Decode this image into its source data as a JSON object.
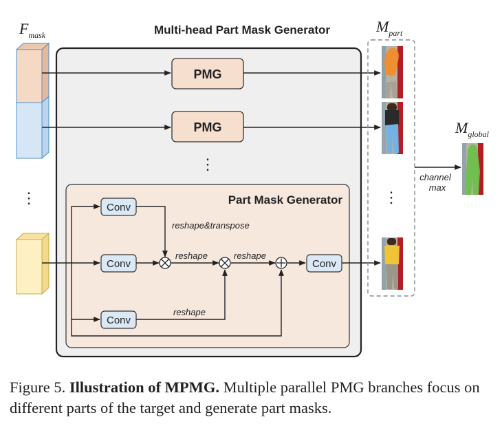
{
  "labels": {
    "f_mask_main": "F",
    "f_mask_sub": "mask",
    "title": "Multi-head Part Mask Generator",
    "m_part_main": "M",
    "m_part_sub": "part",
    "m_global_main": "M",
    "m_global_sub": "global",
    "pmg_1": "PMG",
    "pmg_2": "PMG",
    "pmg_dots": "⋮",
    "left_dots": "⋮",
    "right_dots": "⋮",
    "pmg_inner_title": "Part Mask Generator",
    "conv_top": "Conv",
    "conv_mid": "Conv",
    "conv_bottom": "Conv",
    "conv_out": "Conv",
    "edge_reshape_transpose": "reshape&transpose",
    "edge_reshape_1": "reshape",
    "edge_reshape_2": "reshape",
    "edge_reshape_3": "reshape",
    "channel_line1": "channel",
    "channel_line2": "max",
    "op_mul_1": "⊗",
    "op_mul_2": "⊗",
    "op_add": "⊕"
  },
  "caption": {
    "prefix": "Figure 5.",
    "bold": "Illustration of MPMG.",
    "rest": "Multiple parallel PMG branches focus on different parts of the target and generate part masks."
  },
  "colors": {
    "pmg_fill": "#f6dfcf",
    "conv_fill": "#dbe8f5",
    "outer_fill": "#efefef",
    "inner_fill": "#f7e8de",
    "feat_orange": "#f6d9c4",
    "feat_blue": "#d6e6f5",
    "feat_yellow": "#fdf1c4",
    "mask_orange": "#f28d2c",
    "mask_blue": "#6fb2e8",
    "mask_yellow": "#f2c531",
    "mask_green": "#6cc04a"
  }
}
